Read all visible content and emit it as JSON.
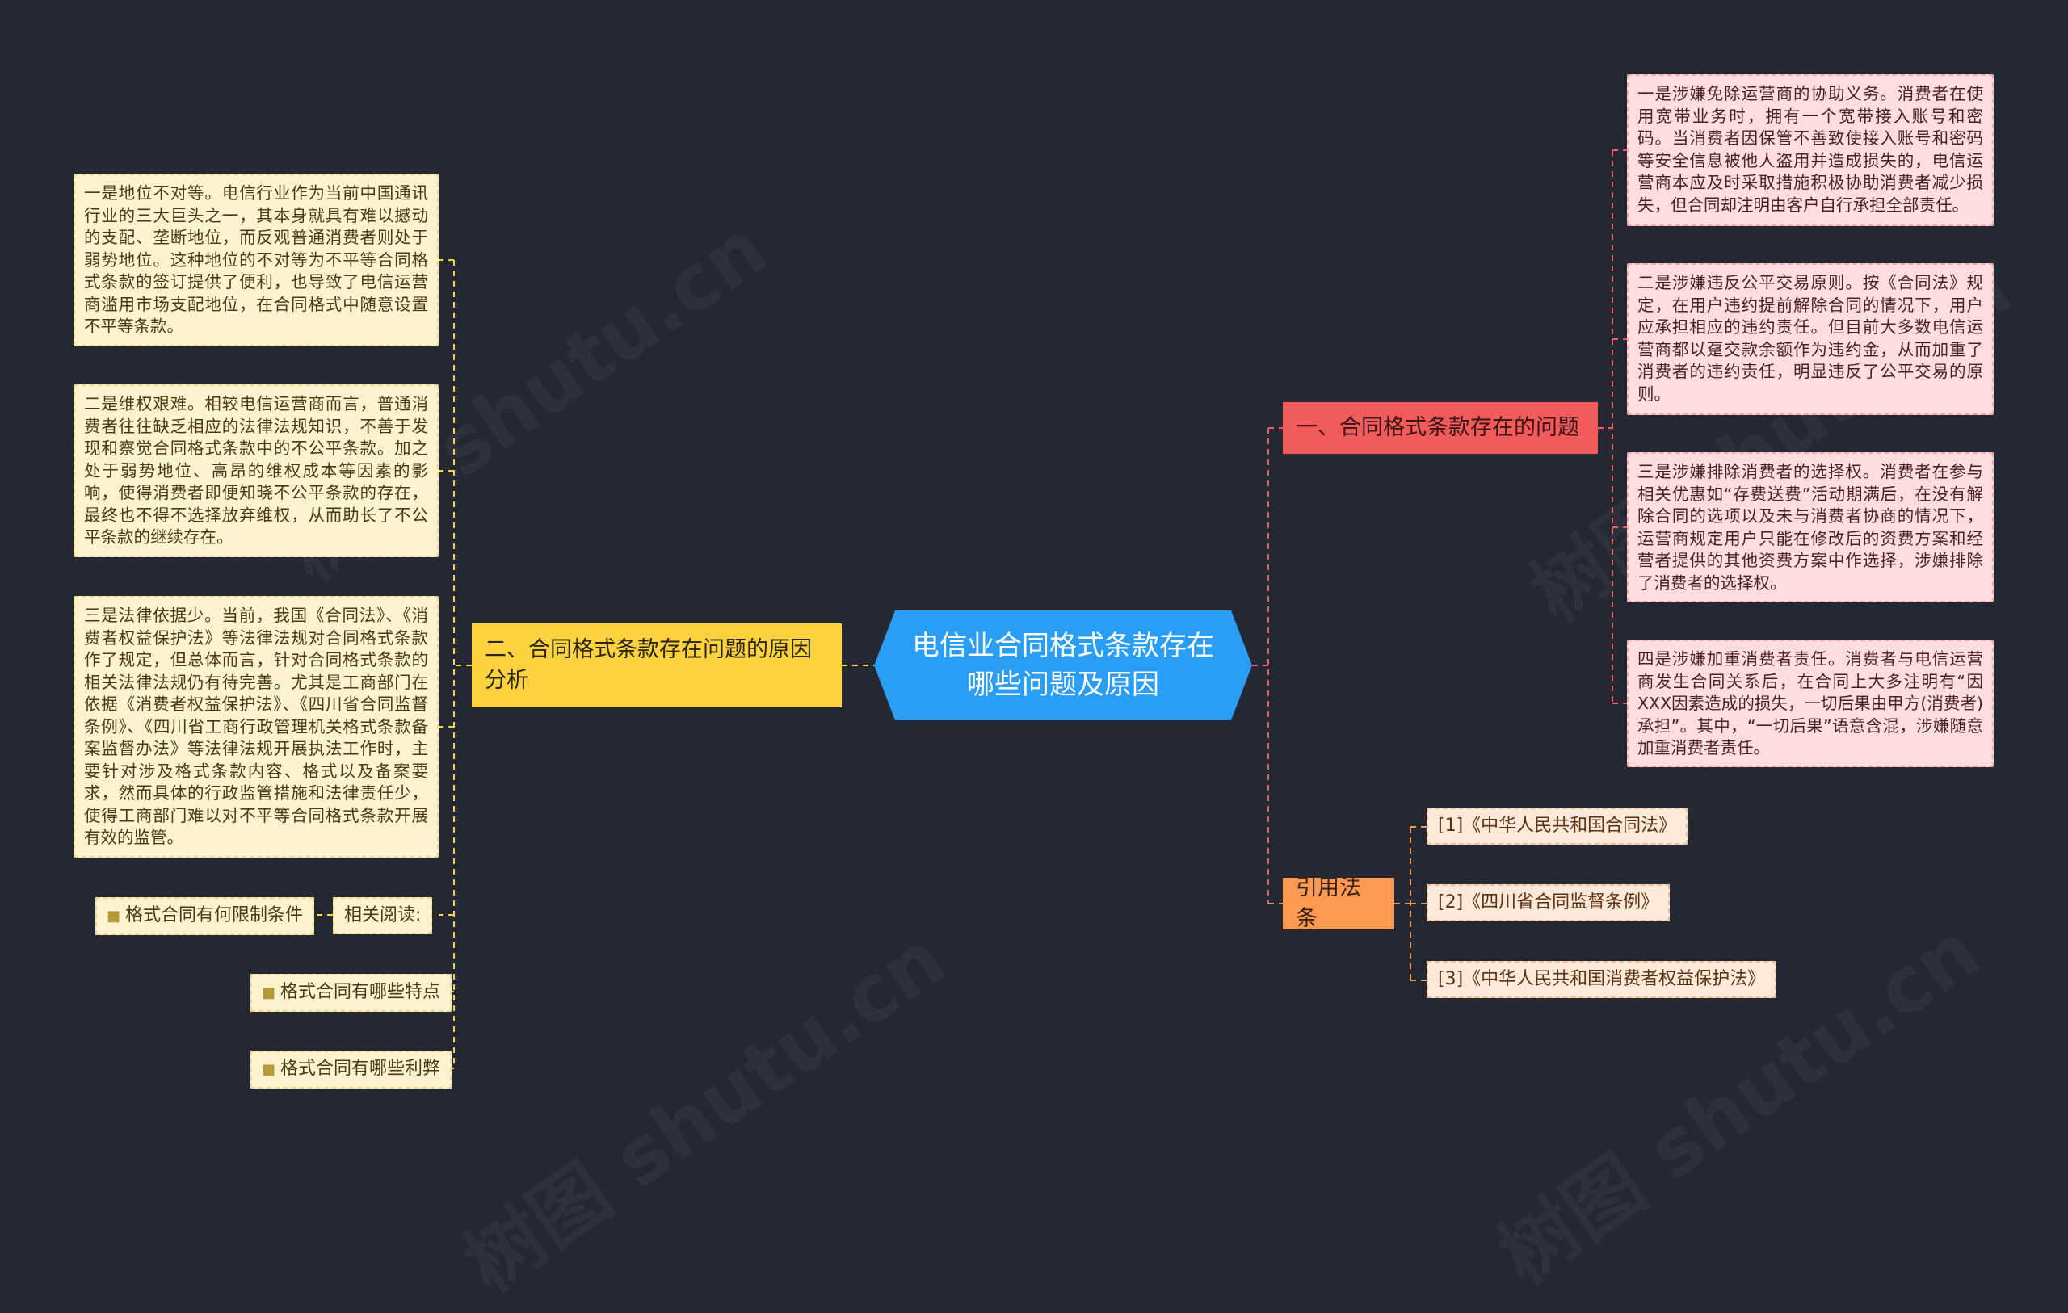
{
  "central": {
    "title": "电信业合同格式条款存在哪些问题及原因"
  },
  "branches": {
    "problems": {
      "label": "一、合同格式条款存在的问题",
      "items": [
        "一是涉嫌免除运营商的协助义务。消费者在使用宽带业务时，拥有一个宽带接入账号和密码。当消费者因保管不善致使接入账号和密码等安全信息被他人盗用并造成损失的，电信运营商本应及时采取措施积极协助消费者减少损失，但合同却注明由客户自行承担全部责任。",
        "二是涉嫌违反公平交易原则。按《合同法》规定，在用户违约提前解除合同的情况下，用户应承担相应的违约责任。但目前大多数电信运营商都以趸交款余额作为违约金，从而加重了消费者的违约责任，明显违反了公平交易的原则。",
        "三是涉嫌排除消费者的选择权。消费者在参与相关优惠如“存费送费”活动期满后，在没有解除合同的选项以及未与消费者协商的情况下，运营商规定用户只能在修改后的资费方案和经营者提供的其他资费方案中作选择，涉嫌排除了消费者的选择权。",
        "四是涉嫌加重消费者责任。消费者与电信运营商发生合同关系后，在合同上大多注明有“因XXX因素造成的损失，一切后果由甲方(消费者)承担”。其中，“一切后果”语意含混，涉嫌随意加重消费者责任。"
      ]
    },
    "causes": {
      "label": "二、合同格式条款存在问题的原因分析",
      "items": [
        "一是地位不对等。电信行业作为当前中国通讯行业的三大巨头之一，其本身就具有难以撼动的支配、垄断地位，而反观普通消费者则处于弱势地位。这种地位的不对等为不平等合同格式条款的签订提供了便利，也导致了电信运营商滥用市场支配地位，在合同格式中随意设置不平等条款。",
        "二是维权艰难。相较电信运营商而言，普通消费者往往缺乏相应的法律法规知识，不善于发现和察觉合同格式条款中的不公平条款。加之处于弱势地位、高昂的维权成本等因素的影响，使得消费者即便知晓不公平条款的存在，最终也不得不选择放弃维权，从而助长了不公平条款的继续存在。",
        "三是法律依据少。当前，我国《合同法》、《消费者权益保护法》等法律法规对合同格式条款作了规定，但总体而言，针对合同格式条款的相关法律法规仍有待完善。尤其是工商部门在依据《消费者权益保护法》、《四川省合同监督条例》、《四川省工商行政管理机关格式条款备案监督办法》等法律法规开展执法工作时，主要针对涉及格式条款内容、格式以及备案要求，然而具体的行政监管措施和法律责任少，使得工商部门难以对不平等合同格式条款开展有效的监管。"
      ],
      "related_label": "相关阅读:",
      "related_links": [
        "格式合同有何限制条件",
        "格式合同有哪些特点",
        "格式合同有哪些利弊"
      ]
    },
    "refs": {
      "label": "引用法条",
      "items": [
        "[1]《中华人民共和国合同法》",
        "[2]《四川省合同监督条例》",
        "[3]《中华人民共和国消费者权益保护法》"
      ]
    }
  },
  "watermark": "树图 shutu.cn",
  "colors": {
    "background": "#242833",
    "central": "#2a9df4",
    "problems": "#f25b5b",
    "causes": "#fdd23f",
    "refs": "#ff9a52"
  }
}
